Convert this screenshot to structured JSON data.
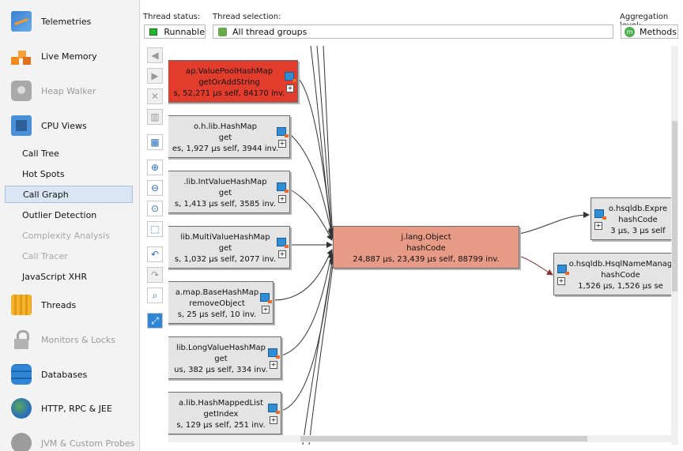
{
  "sidebar": {
    "items": [
      {
        "label": "Telemetries",
        "icon": "telemetries-icon",
        "disabled": false
      },
      {
        "label": "Live Memory",
        "icon": "live-memory-icon",
        "disabled": false
      },
      {
        "label": "Heap Walker",
        "icon": "heap-walker-icon",
        "disabled": true
      },
      {
        "label": "CPU Views",
        "icon": "cpu-views-icon",
        "disabled": false
      }
    ],
    "cpu_sub": [
      {
        "label": "Call Tree",
        "disabled": false
      },
      {
        "label": "Hot Spots",
        "disabled": false
      },
      {
        "label": "Call Graph",
        "disabled": false,
        "selected": true
      },
      {
        "label": "Outlier Detection",
        "disabled": false
      },
      {
        "label": "Complexity Analysis",
        "disabled": true
      },
      {
        "label": "Call Tracer",
        "disabled": true
      },
      {
        "label": "JavaScript XHR",
        "disabled": false
      }
    ],
    "items2": [
      {
        "label": "Threads",
        "icon": "threads-icon",
        "disabled": false
      },
      {
        "label": "Monitors & Locks",
        "icon": "lock-icon",
        "disabled": true
      },
      {
        "label": "Databases",
        "icon": "database-icon",
        "disabled": false
      },
      {
        "label": "HTTP, RPC & JEE",
        "icon": "globe-icon",
        "disabled": false
      },
      {
        "label": "JVM & Custom Probes",
        "icon": "gauge-icon",
        "disabled": true
      }
    ]
  },
  "topbar": {
    "thread_status_label": "Thread status:",
    "thread_status_value": "Runnable",
    "thread_selection_label": "Thread selection:",
    "thread_selection_value": "All thread groups",
    "aggregation_label": "Aggregation level:",
    "aggregation_value": "Methods"
  },
  "graph": {
    "callers": [
      {
        "l1": "ap.ValuePoolHashMap",
        "l2": "getOrAddString",
        "l3": "s, 52,271 µs self, 84170 inv.",
        "color": "red"
      },
      {
        "l1": "o.h.lib.HashMap",
        "l2": "get",
        "l3": "es, 1,927 µs self, 3944 inv.",
        "color": "gray"
      },
      {
        "l1": ".lib.IntValueHashMap",
        "l2": "get",
        "l3": "s, 1,413 µs self, 3585 inv.",
        "color": "gray"
      },
      {
        "l1": "lib.MultiValueHashMap",
        "l2": "get",
        "l3": "s, 1,032 µs self, 2077 inv.",
        "color": "gray"
      },
      {
        "l1": "a.map.BaseHashMap",
        "l2": "removeObject",
        "l3": "s, 25 µs self, 10 inv.",
        "color": "gray"
      },
      {
        "l1": "lib.LongValueHashMap",
        "l2": "get",
        "l3": "us, 382 µs self, 334 inv.",
        "color": "gray"
      },
      {
        "l1": "a.lib.HashMappedList",
        "l2": "getIndex",
        "l3": "s, 129 µs self, 251 inv.",
        "color": "gray"
      }
    ],
    "center": {
      "l1": "j.lang.Object",
      "l2": "hashCode",
      "l3": "24,887 µs, 23,439 µs self, 88799 inv."
    },
    "callees": [
      {
        "l1": "o.hsqldb.Expre",
        "l2": "hashCode",
        "l3": "3 µs, 3 µs self"
      },
      {
        "l1": "o.hsqldb.HsqlNameManag",
        "l2": "hashCode",
        "l3": "1,526 µs, 1,526 µs se"
      }
    ],
    "expand_symbol": "+"
  },
  "colors": {
    "red": "#e23d2c",
    "salmon": "#e79a86",
    "gray": "#e4e4e4",
    "selected": "#dbe6f4"
  }
}
